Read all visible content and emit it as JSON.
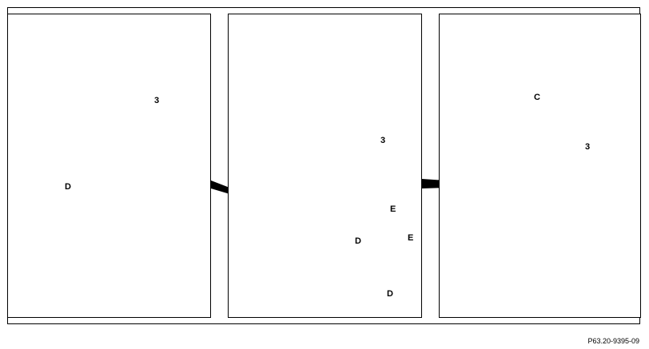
{
  "panels": [
    {
      "callouts": [
        {
          "text": "3"
        },
        {
          "text": "D"
        }
      ]
    },
    {
      "callouts": [
        {
          "text": "3"
        },
        {
          "text": "E"
        },
        {
          "text": "D"
        },
        {
          "text": "E"
        },
        {
          "text": "D"
        }
      ]
    },
    {
      "callouts": [
        {
          "text": "C"
        },
        {
          "text": "3"
        }
      ]
    }
  ],
  "figure_code": "P63.20-9395-09",
  "colors": {
    "part_light": "#e8e8e8",
    "part_mid": "#c8c8c8",
    "part_dark": "#9a9a9a",
    "line": "#000000"
  }
}
